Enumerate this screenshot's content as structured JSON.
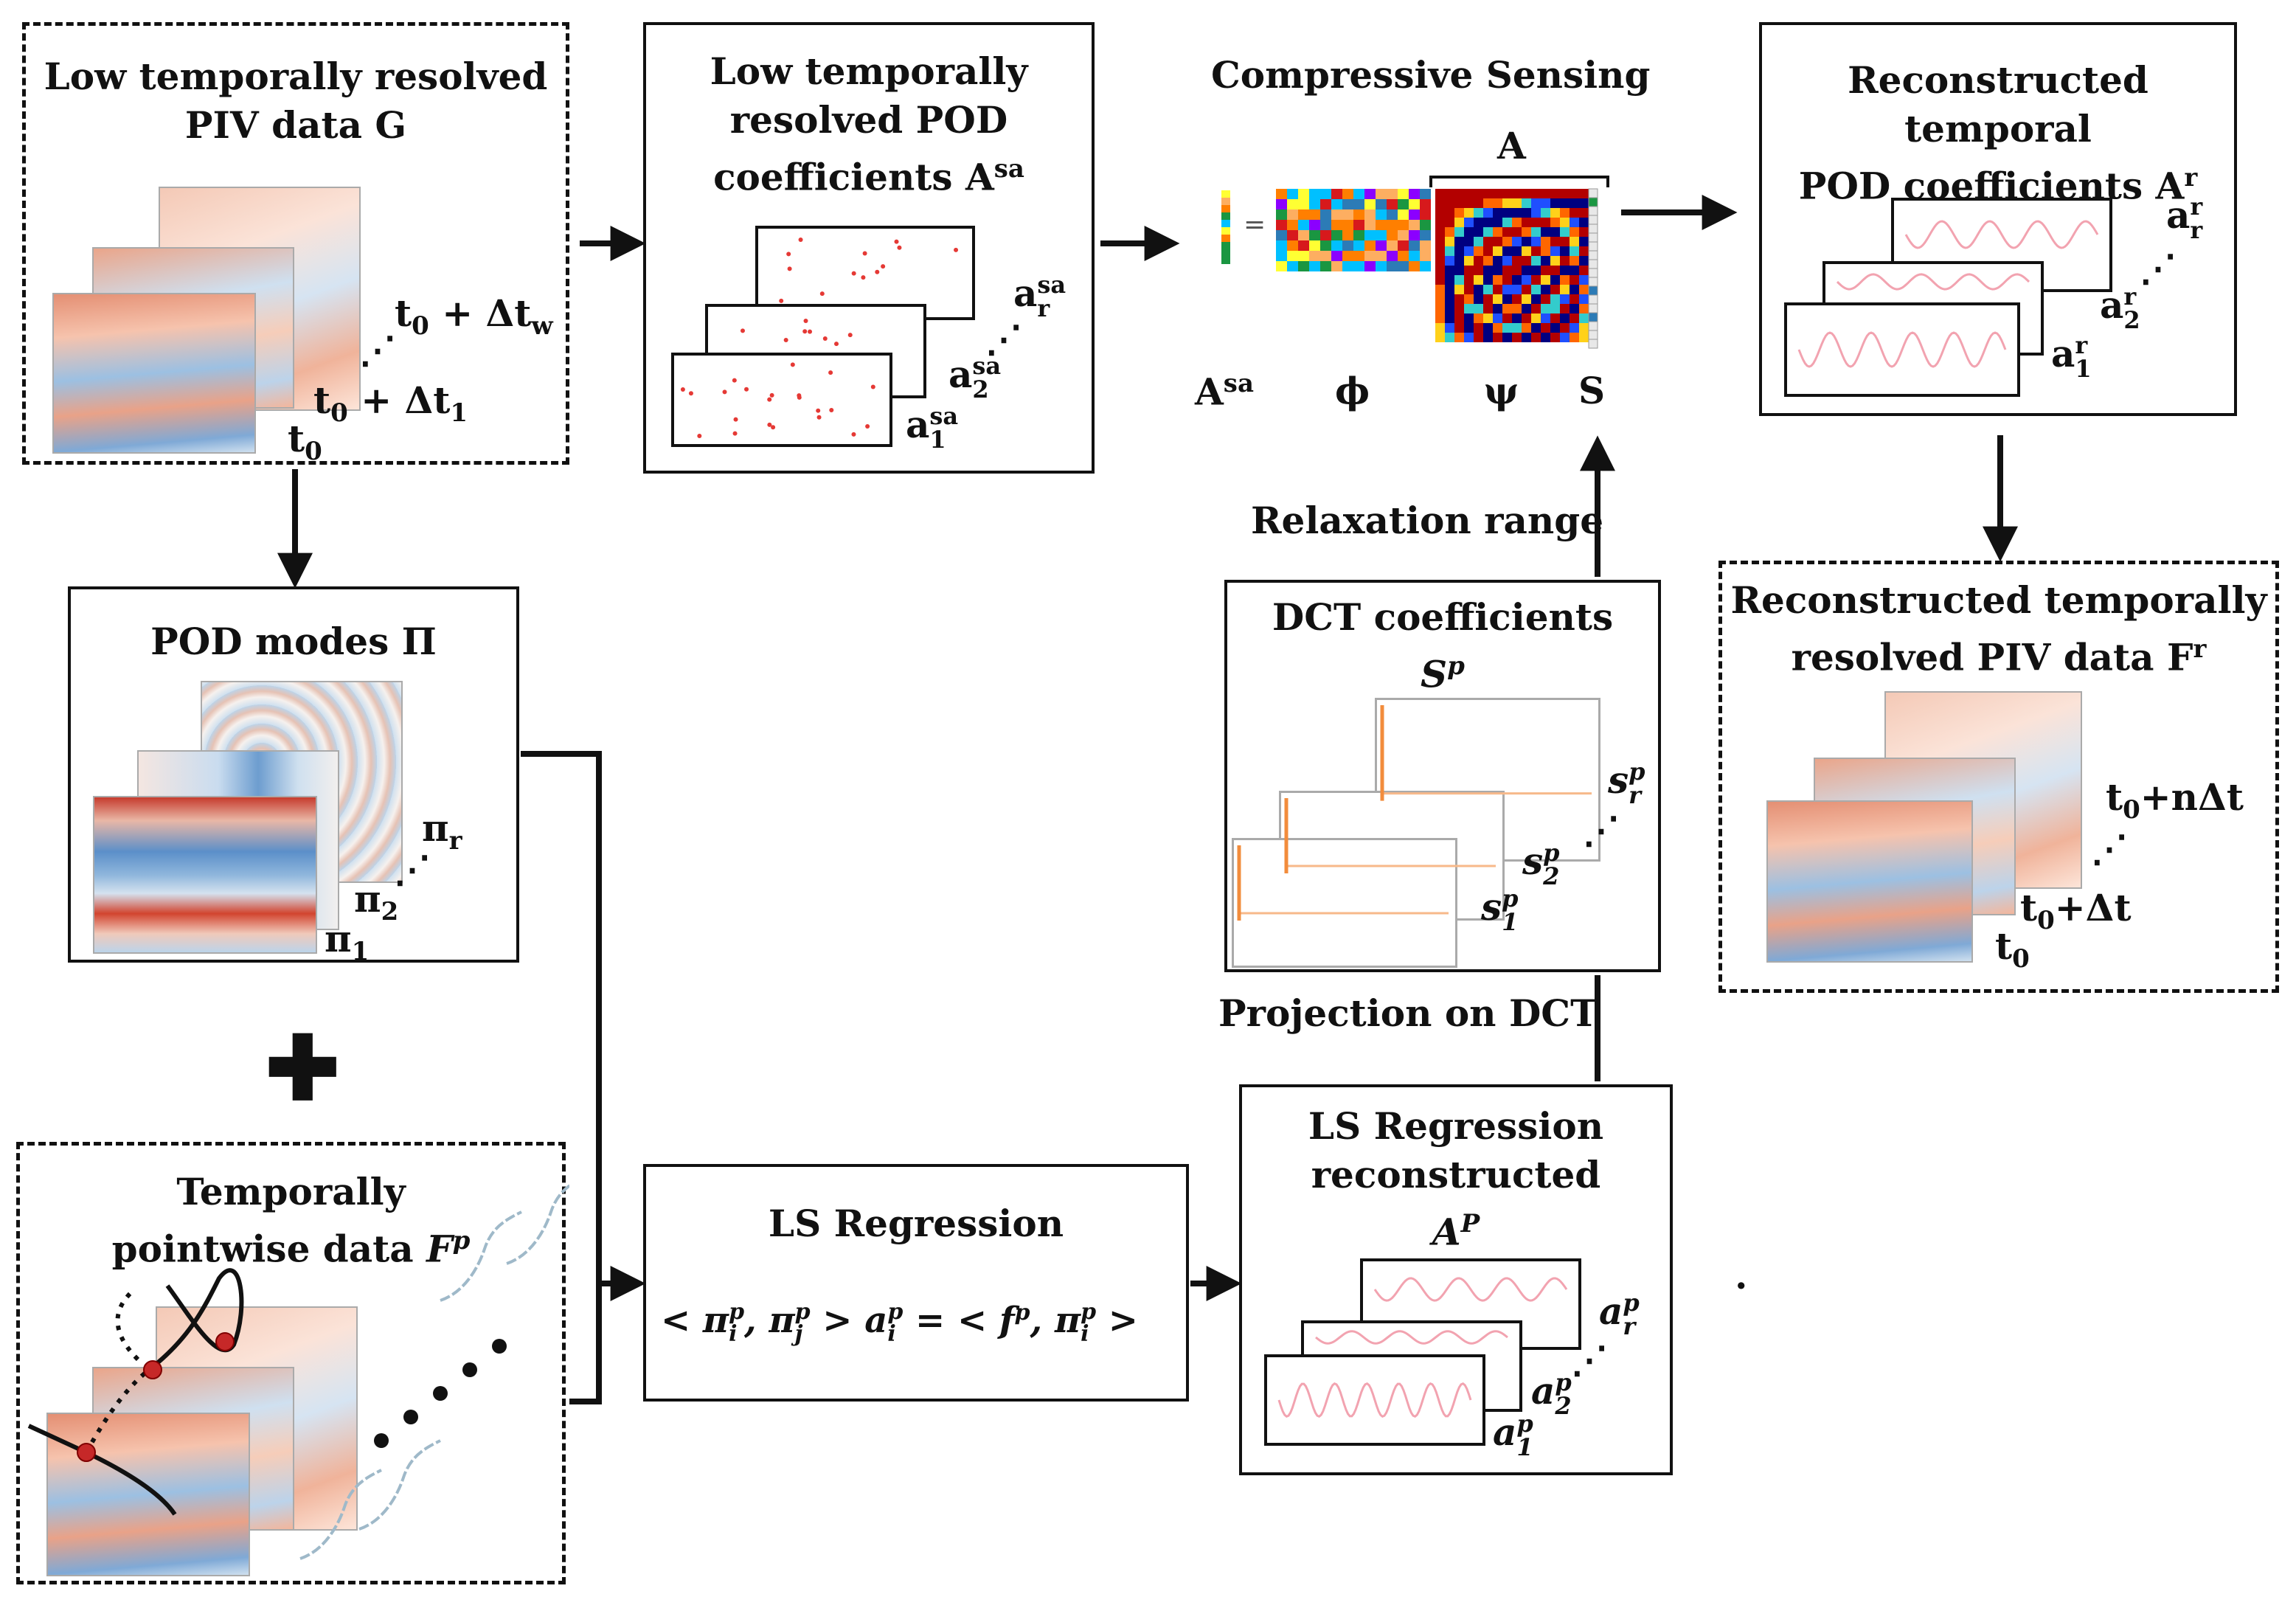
{
  "boxes": {
    "piv_low": {
      "title_1": "Low temporally resolved",
      "title_2": "PIV data G",
      "t_w_base": "t",
      "t_w_sub": "0",
      "t_w_plus": " + Δt",
      "t_w_sub2": "w",
      "t_1_base": "t",
      "t_1_sub": "0",
      "t_1_plus": " + Δt",
      "t_1_sub2": "1",
      "t0_base": "t",
      "t0_sub": "0"
    },
    "pod_coeff_low": {
      "title_1": "Low temporally",
      "title_2": "resolved POD",
      "title_3": "coefficients A",
      "title_3_sup": "sa",
      "a_r": "a",
      "a_r_sup": "sa",
      "a_r_sub": "r",
      "a_2": "a",
      "a_2_sup": "sa",
      "a_2_sub": "2",
      "a_1": "a",
      "a_1_sup": "sa",
      "a_1_sub": "1"
    },
    "compressive": {
      "title": "Compressive Sensing",
      "A_label": "A",
      "asa": "A",
      "asa_sup": "sa",
      "phi": "ϕ",
      "psi": "ψ",
      "s": "S"
    },
    "pod_coeff_rec": {
      "title_1": "Reconstructed temporal",
      "title_2": "POD coefficients A",
      "title_2_sup": "r",
      "a_r": "a",
      "a_r_sup": "r",
      "a_r_sub": "r",
      "a_2": "a",
      "a_2_sup": "r",
      "a_2_sub": "2",
      "a_1": "a",
      "a_1_sup": "r",
      "a_1_sub": "1"
    },
    "pod_modes": {
      "title": "POD modes Π",
      "pi_r": "π",
      "pi_r_sub": "r",
      "pi_2": "π",
      "pi_2_sub": "2",
      "pi_1": "π",
      "pi_1_sub": "1"
    },
    "dct": {
      "title": "DCT coefficients",
      "sp": "S",
      "sp_sup": "p",
      "s_r": "s",
      "s_r_sup": "p",
      "s_r_sub": "r",
      "s_2": "s",
      "s_2_sup": "p",
      "s_2_sub": "2",
      "s_1": "s",
      "s_1_sup": "p",
      "s_1_sub": "1"
    },
    "piv_rec": {
      "title_1": "Reconstructed temporally",
      "title_2": "resolved PIV data F",
      "title_2_sup": "r",
      "t_n": "t",
      "t_n_sub": "0",
      "t_n_plus": "+nΔt",
      "t_d": "t",
      "t_d_sub": "0",
      "t_d_plus": "+Δt",
      "t_0": "t",
      "t_0_sub": "0"
    },
    "pointwise": {
      "title_1": "Temporally",
      "title_2": "pointwise data ",
      "title_2_var": "F",
      "title_2_sup": "p"
    },
    "ls": {
      "title": "LS Regression",
      "eq_1": "< π",
      "eq_1_sup": "p",
      "eq_1_sub": "i",
      "eq_2": ", π",
      "eq_2_sup": "p",
      "eq_2_sub": "j",
      "eq_3": " > a",
      "eq_3_sup": "p",
      "eq_3_sub": "i",
      "eq_4": " = < f",
      "eq_4_sup": "p",
      "eq_5": ", π",
      "eq_5_sup": "p",
      "eq_5_sub": "i",
      "eq_6": " >"
    },
    "ls_rec": {
      "title_1": "LS Regression",
      "title_2": "reconstructed",
      "ap": "A",
      "ap_sup": "P",
      "a_r": "a",
      "a_r_sup": "p",
      "a_r_sub": "r",
      "a_2": "a",
      "a_2_sup": "p",
      "a_2_sub": "2",
      "a_1": "a",
      "a_1_sup": "p",
      "a_1_sub": "1"
    }
  },
  "edge_labels": {
    "relaxation": "Relaxation range",
    "projection": "Projection on DCT"
  },
  "plus_symbol": "✚",
  "stray_dot": "."
}
